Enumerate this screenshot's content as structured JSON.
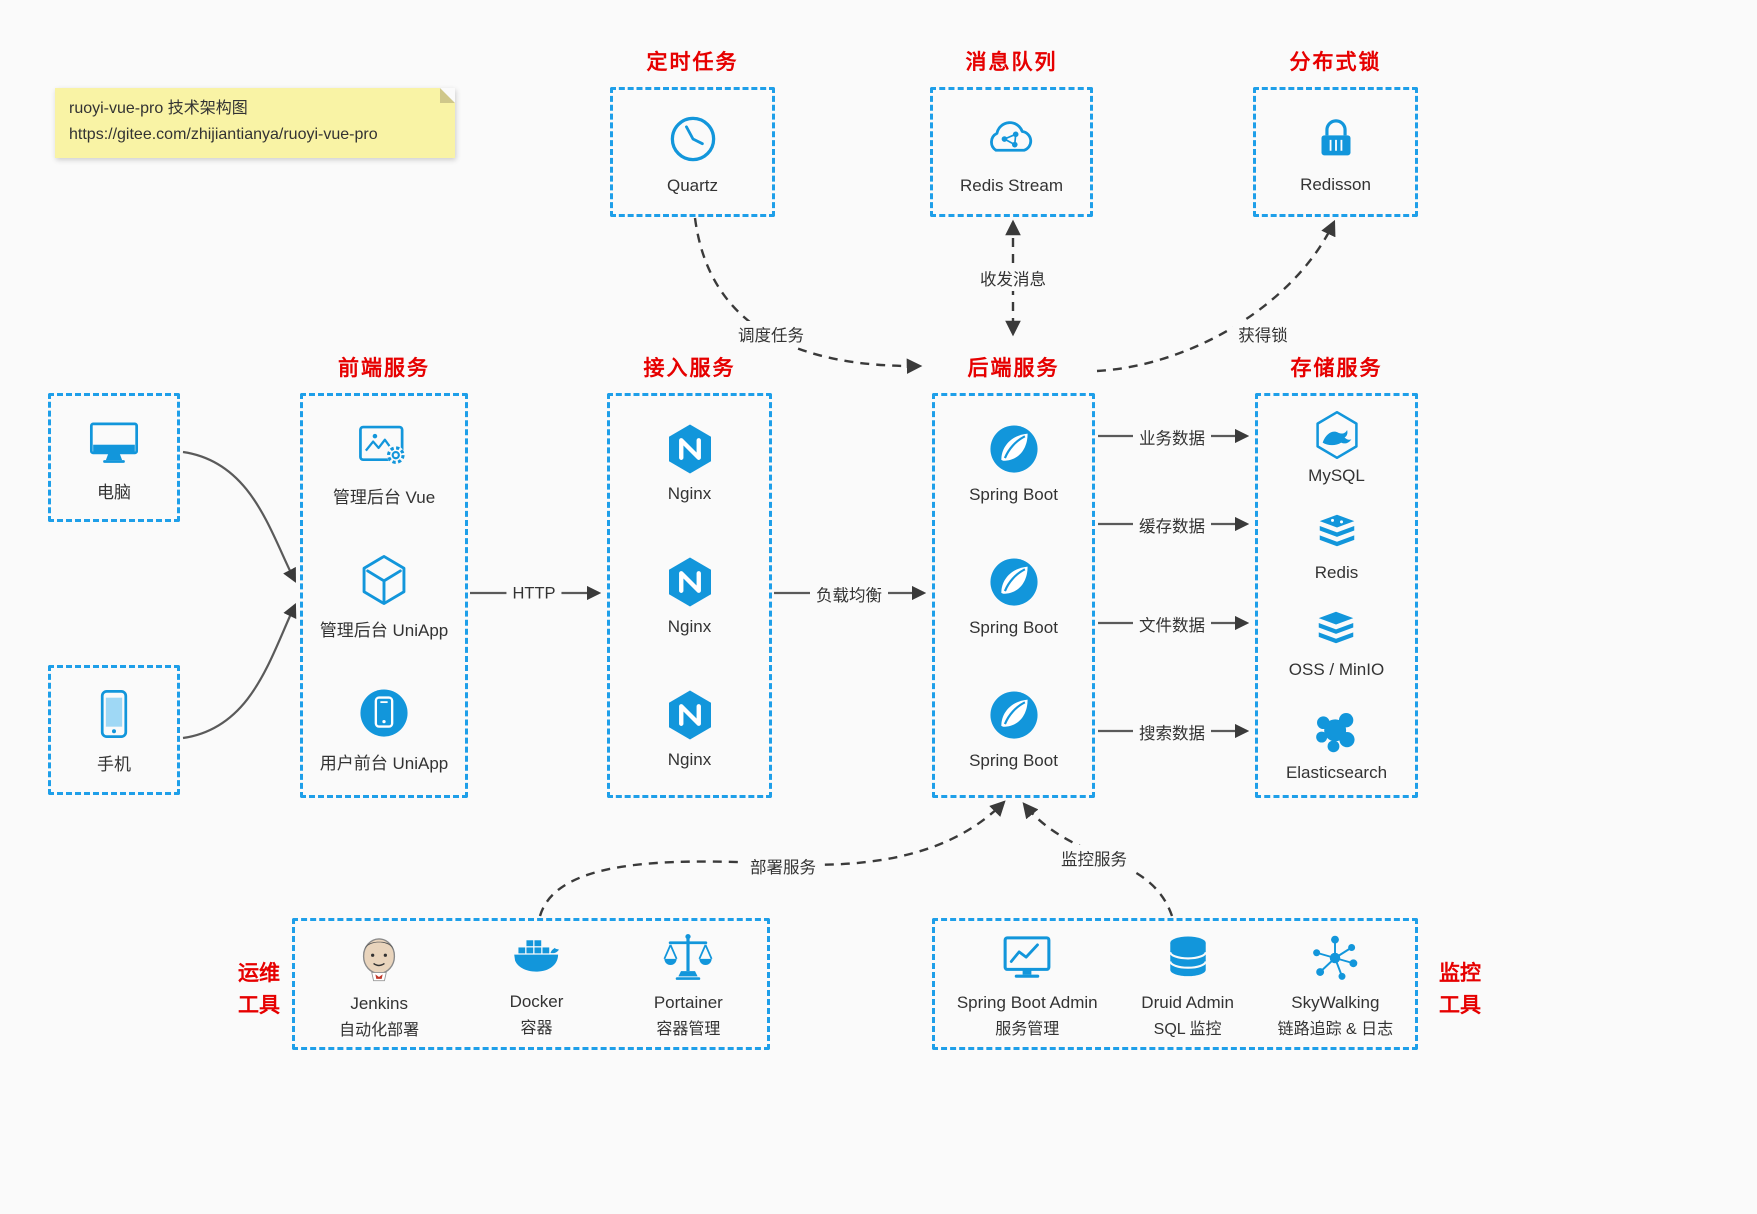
{
  "note": {
    "line1": "ruoyi-vue-pro 技术架构图",
    "line2": "https://gitee.com/zhijiantianya/ruoyi-vue-pro"
  },
  "colors": {
    "accent": "#1296db",
    "box_border": "#1e9fe9",
    "title_red": "#e60000",
    "note_bg": "#f9f3a5"
  },
  "top_services": [
    {
      "title": "定时任务",
      "item": "Quartz"
    },
    {
      "title": "消息队列",
      "item": "Redis Stream"
    },
    {
      "title": "分布式锁",
      "item": "Redisson"
    }
  ],
  "clients": [
    {
      "label": "电脑"
    },
    {
      "label": "手机"
    }
  ],
  "columns": [
    {
      "title": "前端服务",
      "items": [
        "管理后台 Vue",
        "管理后台 UniApp",
        "用户前台 UniApp"
      ]
    },
    {
      "title": "接入服务",
      "items": [
        "Nginx",
        "Nginx",
        "Nginx"
      ]
    },
    {
      "title": "后端服务",
      "items": [
        "Spring Boot",
        "Spring Boot",
        "Spring Boot"
      ]
    },
    {
      "title": "存储服务",
      "items": [
        "MySQL",
        "Redis",
        "OSS / MinIO",
        "Elasticsearch"
      ]
    }
  ],
  "edges": {
    "http": "HTTP",
    "load_balance": "负载均衡",
    "business_data": "业务数据",
    "cache_data": "缓存数据",
    "file_data": "文件数据",
    "search_data": "搜索数据",
    "schedule_task": "调度任务",
    "send_receive_message": "收发消息",
    "acquire_lock": "获得锁",
    "deploy_service": "部署服务",
    "monitor_service": "监控服务"
  },
  "ops_tools": {
    "label_line1": "运维",
    "label_line2": "工具",
    "items": [
      {
        "name": "Jenkins",
        "desc": "自动化部署"
      },
      {
        "name": "Docker",
        "desc": "容器"
      },
      {
        "name": "Portainer",
        "desc": "容器管理"
      }
    ]
  },
  "monitor_tools": {
    "label_line1": "监控",
    "label_line2": "工具",
    "items": [
      {
        "name": "Spring Boot Admin",
        "desc": "服务管理"
      },
      {
        "name": "Druid Admin",
        "desc": "SQL 监控"
      },
      {
        "name": "SkyWalking",
        "desc": "链路追踪 & 日志"
      }
    ]
  }
}
